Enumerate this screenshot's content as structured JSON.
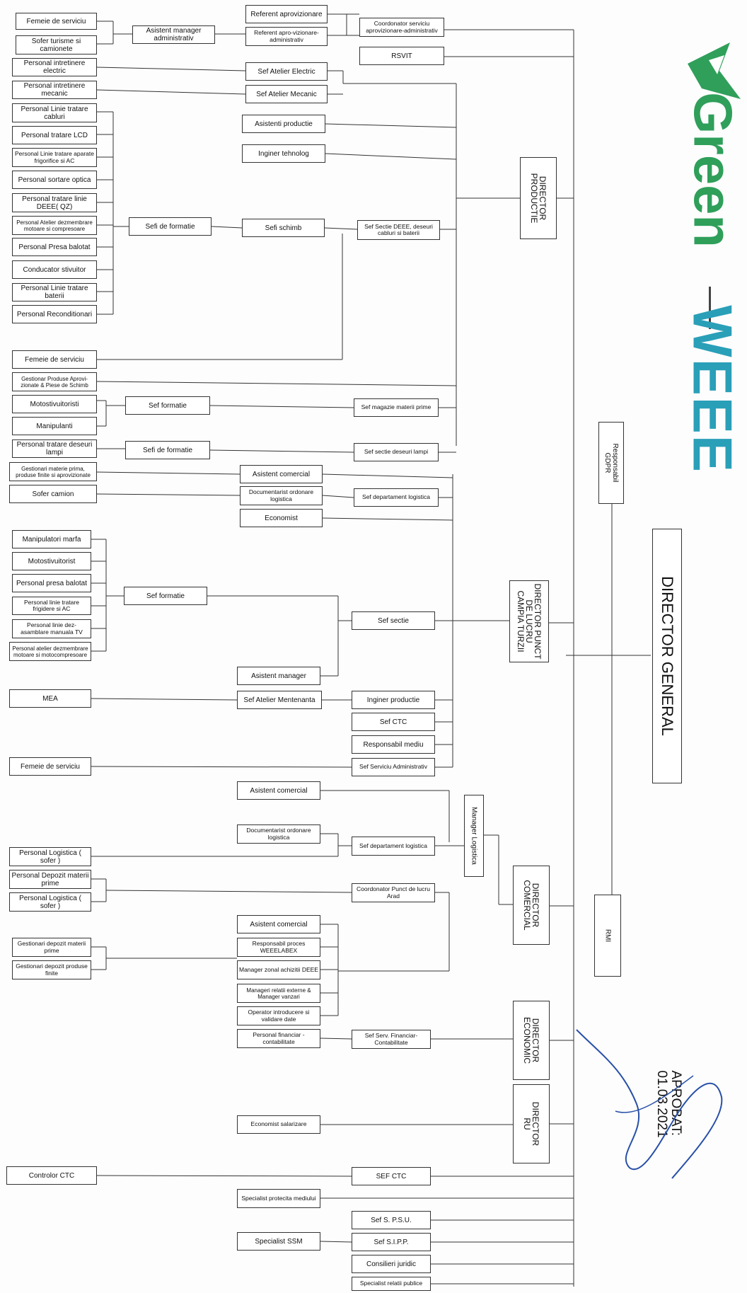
{
  "logo": {
    "word1": "Green",
    "word2": "WEEE",
    "colors": {
      "green": "#2f9f5a",
      "blue": "#2a9fb8"
    }
  },
  "approval": {
    "text": "APROBAT:\n01.03.2021"
  },
  "directors": {
    "general": "DIRECTOR GENERAL",
    "productie": "DIRECTOR\nPRODUCTIE",
    "punct_lucru": "DIRECTOR PUNCT\nDE LUCRU\nCAMPIA TURZII",
    "comercial": "DIRECTOR\nCOMERCIAL",
    "economic": "DIRECTOR\nECONOMIC",
    "ru": "DIRECTOR\nRU",
    "gdpr": "Responsabil\nGDPR",
    "rmi": "RMI",
    "manager_logistica": "Manager Logistica"
  },
  "boxes": {
    "femeie1": "Femeie de serviciu",
    "sofer_turism": "Sofer turisme si camionete",
    "asist_mgr_admin": "Asistent manager administrativ",
    "referent_aprov": "Referent aprovizionare",
    "referent_aprov_admin": "Referent apro-vizionare-administrativ",
    "coord_serv_aprov": "Coordonator serviciu aprovizionare-administrativ",
    "rsvit": "RSVIT",
    "pers_intr_electric": "Personal intretinere electric",
    "sef_atelier_electric": "Sef Atelier Electric",
    "pers_intr_mecanic": "Personal intretinere mecanic",
    "sef_atelier_mecanic": "Sef Atelier Mecanic",
    "pers_linie_cabluri": "Personal Linie tratare cabluri",
    "asistenti_productie": "Asistenti productie",
    "pers_tratare_lcd": "Personal tratare LCD",
    "inginer_tehnolog": "Inginer tehnolog",
    "pers_linie_frigorifice": "Personal Linie tratare aparate frigorifice si AC",
    "pers_sortare_optica": "Personal sortare optica",
    "pers_tratare_deee_qz": "Personal tratare linie DEEE( QZ)",
    "pers_atelier_dezm": "Personal Atelier dezmembrare motoare si compresoare",
    "sefi_formatie1": "Sefi de formatie",
    "sefi_schimb": "Sefi schimb",
    "sef_sectie_deee": "Sef Sectie DEEE, deseuri cabluri si baterii",
    "pers_presa_balotat1": "Personal Presa balotat",
    "conducator_stivuitor": "Conducator stivuitor",
    "pers_linie_baterii": "Personal Linie tratare baterii",
    "pers_recond": "Personal Reconditionari",
    "femeie2": "Femeie de serviciu",
    "gestionar_produse": "Gestionar Produse Aprovi-zionate & Piese de Schimb",
    "motostivuitoristi": "Motostivuitoristi",
    "sef_formatie1": "Sef formatie",
    "sef_magazie": "Sef magazie materii prime",
    "manipulanti": "Manipulanti",
    "pers_deseuri_lampi": "Personal tratare deseuri lampi",
    "sefi_formatie2": "Sefi de formatie",
    "sef_sectie_lampi": "Sef sectie deseuri lampi",
    "gestionari_materie_prima": "Gestionari materie prima, produse finite si aprovizionate",
    "asist_comercial1": "Asistent comercial",
    "sofer_camion": "Sofer camion",
    "documentarist1": "Documentarist ordonare logistica",
    "sef_dep_logistica1": "Sef departament logistica",
    "economist": "Economist",
    "manipulatori_marfa": "Manipulatori marfa",
    "motostivuitorist": "Motostivuitorist",
    "pers_presa_balotat2": "Personal presa balotat",
    "sef_formatie2": "Sef formatie",
    "pers_linie_frigidere": "Personal linie tratare frigidere si AC",
    "sef_sectie": "Sef sectie",
    "pers_dezasamblare_tv": "Personal linie dez-asamblare manuala TV",
    "pers_atelier_dezm2": "Personal atelier dezmembrare motoare si motocompresoare",
    "asist_manager": "Asistent manager",
    "mea": "MEA",
    "sef_atelier_mentenanta": "Sef Atelier Mentenanta",
    "inginer_productie": "Inginer productie",
    "sef_ctc1": "Sef CTC",
    "responsabil_mediu": "Responsabil mediu",
    "femeie3": "Femeie de serviciu",
    "sef_serv_admin": "Sef Serviciu Administrativ",
    "asist_comercial2": "Asistent comercial",
    "documentarist2": "Documentarist ordonare logistica",
    "sef_dep_logistica2": "Sef departament logistica",
    "pers_logistica1": "Personal Logistica ( sofer )",
    "pers_depozit_mp": "Personal Depozit materii prime",
    "coord_punct_arad": "Coordonator Punct de lucru Arad",
    "pers_logistica2": "Personal Logistica ( sofer )",
    "asist_comercial3": "Asistent comercial",
    "resp_weeelabex": "Responsabil proces WEEELABEX",
    "gest_depozit_mp": "Gestionari depozit materii prime",
    "gest_depozit_pf": "Gestionari depozit produse finite",
    "manager_zonal": "Manager zonal achizitii DEEE",
    "manageri_relatii": "Manageri relatii externe & Manager vanzari",
    "operator_introducere": "Operator introducere si validare date",
    "pers_financiar": "Personal financiar - contabilitate",
    "sef_serv_financiar": "Sef Serv. Financiar- Contabilitate",
    "economist_salarizare": "Economist salarizare",
    "controlor_ctc": "Controlor CTC",
    "sef_ctc2": "SEF CTC",
    "specialist_protectia": "Specialist protecita mediului",
    "sef_psu": "Sef S. P.S.U.",
    "specialist_ssm": "Specialist SSM",
    "sef_sipp": "Sef S.I.P.P.",
    "consilieri_juridic": "Consilieri juridic",
    "specialist_relatii": "Specialist relatii publice"
  }
}
